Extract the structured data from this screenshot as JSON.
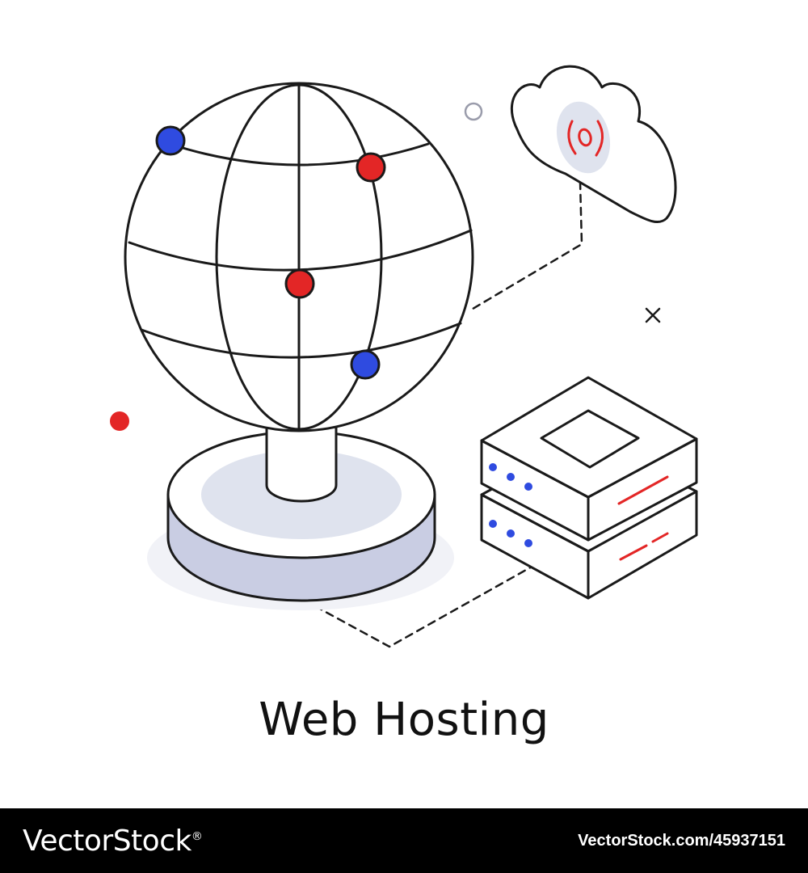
{
  "caption": {
    "title": "Web Hosting"
  },
  "footer": {
    "brand": "VectorStock",
    "brand_mark": "®",
    "stock_id": "VectorStock.com/45937151"
  },
  "colors": {
    "outline": "#1a1a1a",
    "node_blue": "#2f4be0",
    "node_red": "#e32626",
    "shade": "#dfe3ee",
    "shade_dark": "#c9cde3",
    "footer_bg": "#000000"
  },
  "icons": [
    "globe-icon",
    "server-stack-icon",
    "cloud-icon",
    "wifi-signal-icon",
    "close-icon",
    "ring-icon",
    "dot-icon"
  ]
}
